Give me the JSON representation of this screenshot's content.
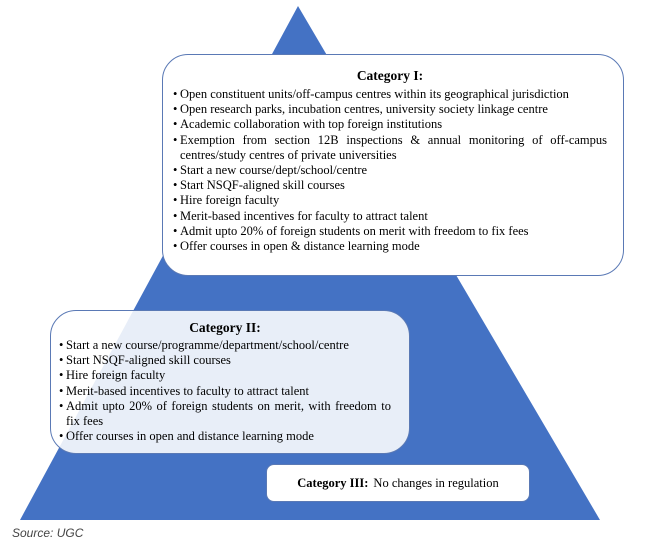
{
  "colors": {
    "pyramid_fill": "#4472c4",
    "box_border": "#5a79b5",
    "box_fill": "#ffffff"
  },
  "category1": {
    "title": "Category I:",
    "items": [
      "Open constituent units/off-campus centres within its geographical jurisdiction",
      "Open research parks, incubation centres, university society linkage centre",
      "Academic collaboration with top foreign institutions",
      "Exemption from section 12B inspections & annual monitoring of off-campus centres/study centres of private universities",
      "Start a new course/dept/school/centre",
      "Start NSQF-aligned skill courses",
      "Hire foreign faculty",
      "Merit-based incentives for faculty to attract talent",
      "Admit upto 20% of foreign students on merit with freedom to fix fees",
      "Offer courses in open & distance learning mode"
    ]
  },
  "category2": {
    "title": "Category II:",
    "items": [
      "Start a new course/programme/department/school/centre",
      "Start NSQF-aligned skill courses",
      "Hire foreign faculty",
      "Merit-based incentives to faculty to attract talent",
      "Admit upto 20% of foreign students on merit, with freedom to fix fees",
      "Offer courses in open and distance learning mode"
    ]
  },
  "category3": {
    "title": "Category III:",
    "text": "No changes in regulation"
  },
  "source": "Source: UGC"
}
